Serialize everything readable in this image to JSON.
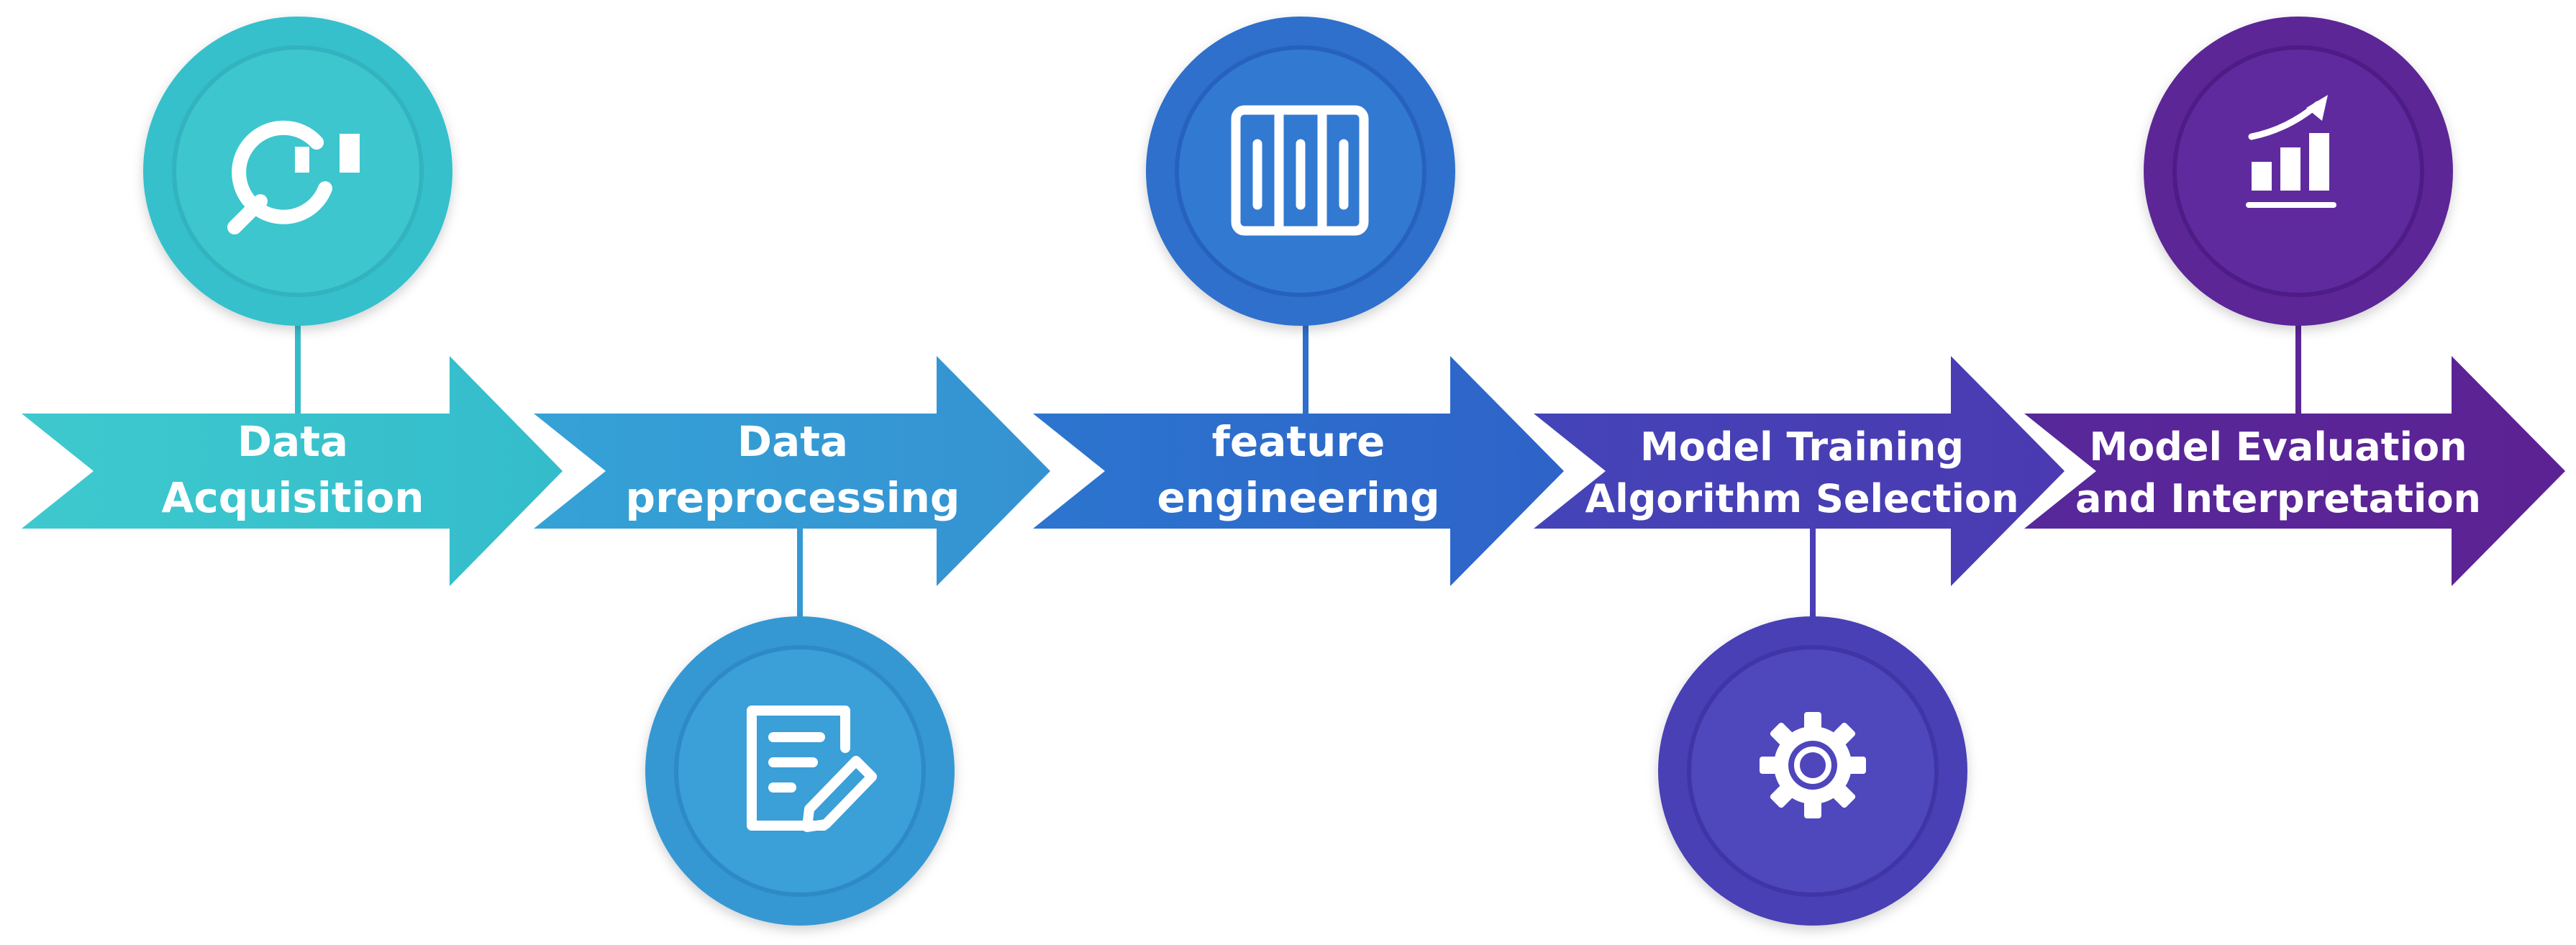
{
  "steps": [
    {
      "line1": "Data",
      "line2": "Acquisition",
      "icon": "search-data-icon",
      "color": "#34C0CC",
      "icon_position": "above"
    },
    {
      "line1": "Data",
      "line2": "preprocessing",
      "icon": "document-edit-icon",
      "color": "#3698D3",
      "icon_position": "below"
    },
    {
      "line1": "feature",
      "line2": "engineering",
      "icon": "feature-columns-icon",
      "color": "#2E6FCC",
      "icon_position": "above"
    },
    {
      "line1": "Model Training",
      "line2": "Algorithm Selection",
      "icon": "gear-icon",
      "color": "#4A3FB5",
      "icon_position": "below"
    },
    {
      "line1": "Model Evaluation",
      "line2": "and Interpretation",
      "icon": "bar-chart-trend-icon",
      "color": "#5B2596",
      "icon_position": "above"
    }
  ]
}
